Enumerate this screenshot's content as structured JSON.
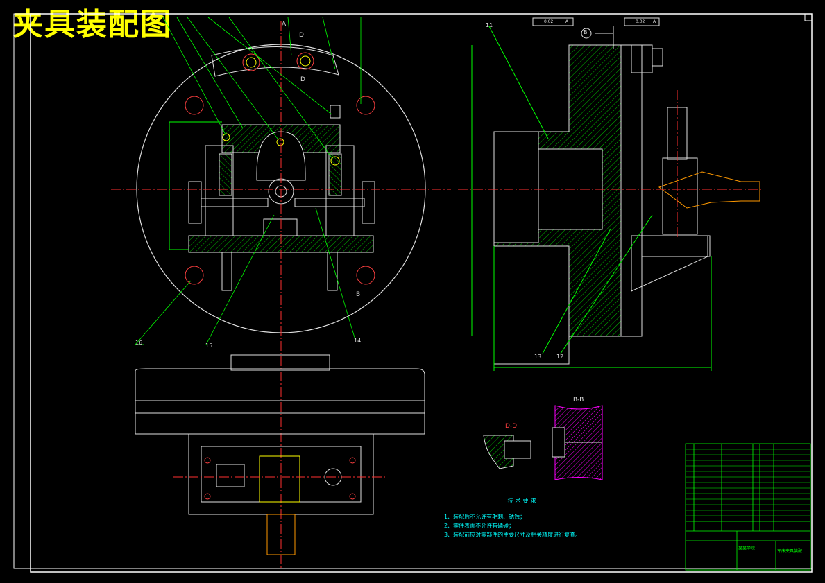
{
  "drawing": {
    "title": "夹具装配图",
    "tech_requirements": {
      "heading": "技术要求",
      "items": [
        "1、装配后不允许有毛刺、锈蚀；",
        "2、零件表面不允许有磕碰；",
        "3、装配前应对零部件的主要尺寸及相关精度进行复查。"
      ]
    },
    "section_labels": {
      "a": "A",
      "d": "D",
      "b": "B",
      "bb": "B-B",
      "dd": "D-D"
    },
    "balloons": [
      "11",
      "12",
      "13",
      "14",
      "15",
      "16"
    ],
    "tolerance": {
      "frame1_value": "0.02",
      "frame1_datum": "A",
      "frame2_value": "0.02",
      "frame2_datum": "A",
      "datum_b": "B"
    },
    "title_block": {
      "name": "车床夹具装配",
      "company": "某某学院"
    }
  }
}
